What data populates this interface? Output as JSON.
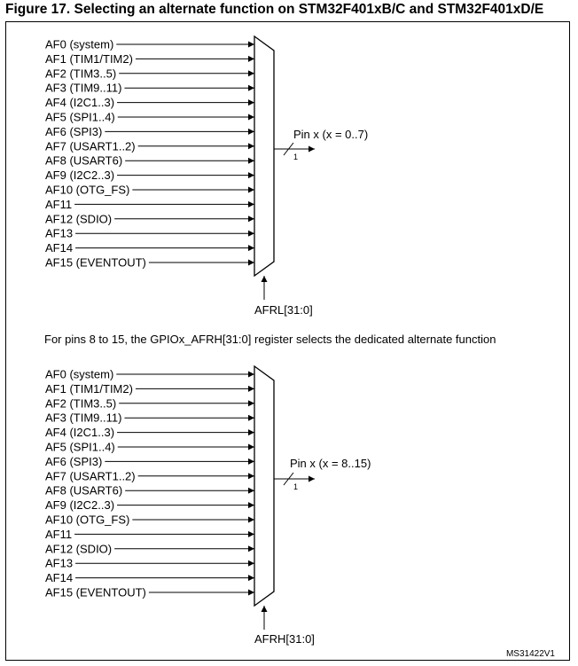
{
  "title": "Figure 17. Selecting an alternate function on STM32F401xB/C and STM32F401xD/E",
  "mux_top": {
    "inputs": [
      "AF0 (system)",
      "AF1 (TIM1/TIM2)",
      "AF2 (TIM3..5)",
      "AF3 (TIM9..11)",
      "AF4 (I2C1..3)",
      "AF5 (SPI1..4)",
      "AF6 (SPI3)",
      "AF7 (USART1..2)",
      "AF8 (USART6)",
      "AF9 (I2C2..3)",
      "AF10 (OTG_FS)",
      "AF11",
      "AF12 (SDIO)",
      "AF13",
      "AF14",
      "AF15 (EVENTOUT)"
    ],
    "output_label": "Pin x (x = 0..7)",
    "bus_width": "1",
    "select_label": "AFRL[31:0]"
  },
  "caption_between": "For pins 8 to 15, the GPIOx_AFRH[31:0] register selects the dedicated alternate function",
  "mux_bottom": {
    "inputs": [
      "AF0 (system)",
      "AF1 (TIM1/TIM2)",
      "AF2 (TIM3..5)",
      "AF3 (TIM9..11)",
      "AF4 (I2C1..3)",
      "AF5 (SPI1..4)",
      "AF6 (SPI3)",
      "AF7 (USART1..2)",
      "AF8 (USART6)",
      "AF9 (I2C2..3)",
      "AF10 (OTG_FS)",
      "AF11",
      "AF12 (SDIO)",
      "AF13",
      "AF14",
      "AF15 (EVENTOUT)"
    ],
    "output_label": "Pin x (x = 8..15)",
    "bus_width": "1",
    "select_label": "AFRH[31:0]"
  },
  "figure_code": "MS31422V1"
}
